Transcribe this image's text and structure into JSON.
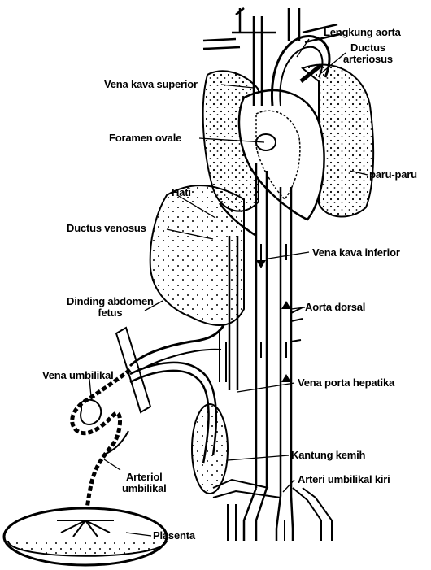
{
  "labels": {
    "lengkung_aorta": "Lengkung aorta",
    "ductus_arteriosus_1": "Ductus",
    "ductus_arteriosus_2": "arteriosus",
    "vena_kava_superior": "Vena kava superior",
    "foramen_ovale": "Foramen ovale",
    "paru_paru": "paru-paru",
    "hati": "Hati",
    "ductus_venosus": "Ductus venosus",
    "vena_kava_inferior": "Vena kava inferior",
    "dinding_abdomen_1": "Dinding abdomen",
    "dinding_abdomen_2": "fetus",
    "aorta_dorsal": "Aorta dorsal",
    "vena_umbilikal": "Vena umbilikal",
    "vena_porta_hepatika": "Vena porta hepatika",
    "kantung_kemih": "Kantung kemih",
    "arteri_umbilikal_kiri": "Arteri umbilikal kiri",
    "arteriol_umbilikal_1": "Arteriol",
    "arteriol_umbilikal_2": "umbilikal",
    "plasenta": "Plasenta"
  },
  "colors": {
    "ink": "#000000",
    "paper": "#ffffff"
  }
}
